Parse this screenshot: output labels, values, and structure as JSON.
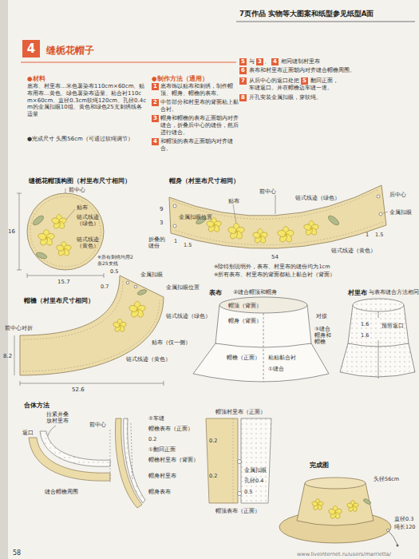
{
  "diagram": {
    "title": "缝栀花帽子",
    "nodes": [
      {
        "text": [
          "4"
        ]
      },
      {
        "text": [
          "1"
        ]
      },
      {
        "text": [
          "2"
        ]
      },
      {
        "text": [
          "3"
        ]
      },
      {
        "text": [
          "4"
        ]
      },
      {
        "text": [
          "5"
        ]
      },
      {
        "text": [
          "6"
        ]
      },
      {
        "text": [
          "7"
        ]
      },
      {
        "text": [
          "8"
        ]
      },
      {
        "text": [
          "3"
        ]
      },
      {
        "text": [
          "4"
        ]
      },
      {
        "text": [
          "5"
        ]
      }
    ],
    "labels": [
      "7页作品 实物等大图案和纸型参见纸型A面",
      "●材料",
      "底布、村里布…米色薯染布110cm×60cm、贴布用布…黄色、绿色薯染布适量、粘合衬110cm×60cm、直径0.3cm软绳120cm、孔径0.4cm的金属扣眼10组、黄色和绿色25支刺绣线各适量",
      "●完成尺寸 头围56cm（可通过软绳调节）",
      "●制作方法（通用）",
      "底布饰以贴布和刺绣，制作帽顶、帽身、帽檐的表布。",
      "中答部分和村里布的背面粘上黏合衬。",
      "帽身和帽檐的表布正面朝内对齐缝合，折叠后中心的缝份，然后进行缝合。",
      "和帽顶的表布正面朝内对齐缝合。",
      "与",
      "、",
      "相同缝制村里布",
      "表布和村里布正面朝内对齐缝合帽檐周围。",
      "从后中心的返口处把",
      "翻回正面，",
      "车缝返口。并在帽檐边车缝一道。",
      "开孔安装金属扣眼，穿软绳。",
      "缝栀花帽顶构图（村里布尺寸相同）",
      "前中心",
      "贴布",
      "链式线迹（绿色）",
      "链式线迹（黄色）",
      "16",
      "15.7",
      "※所有刺绣均用2条25支线",
      "帽身（村里布尺寸相同）",
      "前中心",
      "贴布",
      "链式线迹（绿色）",
      "后中心",
      "金属扣眼",
      "链式线迹（黄色）",
      "9",
      "3",
      "金属扣眼位置",
      "折叠的缝份",
      "1",
      "1.5",
      "1",
      "1.5",
      "54",
      "※除特别说明外，表布、村里布的缝份均为1cm",
      "※所有表布、村里布的背面都粘上黏合衬（背面）",
      "帽檐（村里布尺寸相同）",
      "0.5",
      "0.7",
      "金属扣眼",
      "金属扣眼位置",
      "前中心对折",
      "贴布（仅一侧）",
      "链式线迹（绿色）",
      "链式线迹（黄色）",
      "8.2",
      "52.6",
      "表布",
      "②缝合帽顶和帽身",
      "帽身（背面）",
      "对接",
      "帽顶（背面）",
      "③缝合帽身和帽檐",
      "帽檐（正面）",
      "粘贴黏合衬",
      "①缝合",
      "村里布",
      "与表布缝合方法相同",
      "1.6",
      "1.6",
      "预留返口",
      "合体方法",
      "返口",
      "拉紧并叠放村里布",
      "前中心",
      "缝合帽檐周围",
      "②车缝",
      "帽檐表布（正面）",
      "0.2",
      "①翻回正面",
      "帽檐村里布（背面）",
      "帽身村里布",
      "帽身表布",
      "帽顶村里布（正面）",
      "0.2",
      "0.2",
      "金属扣眼",
      "帽顶表布（正面）",
      "孔径0.4",
      "0.5",
      "完成图",
      "头径56cm",
      "直径0.3",
      "绳长120",
      "58",
      "www.liveinternet.ru/users/marrietta/"
    ]
  }
}
